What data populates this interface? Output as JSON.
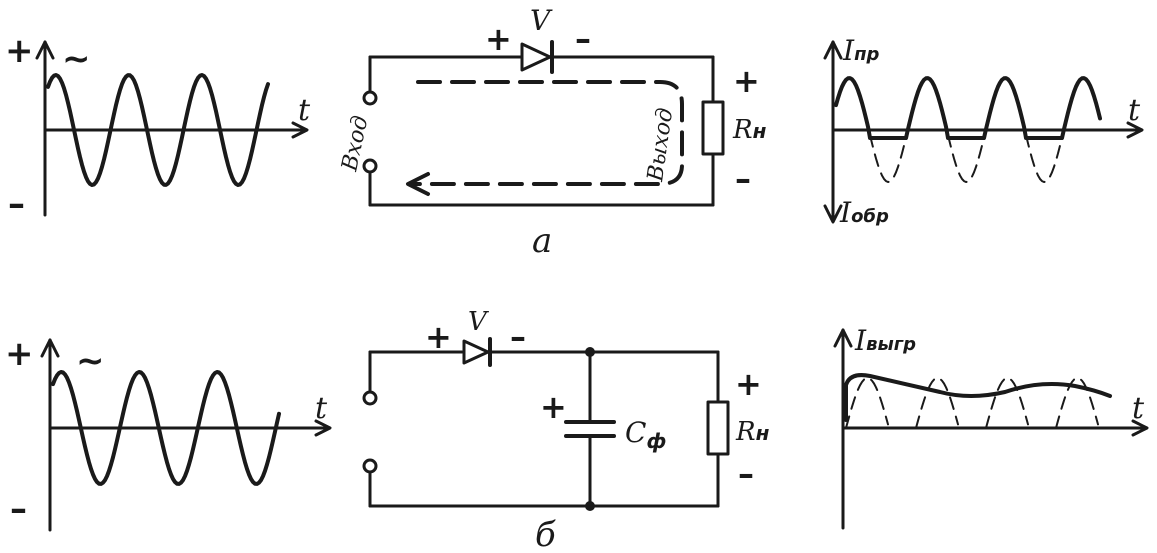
{
  "labels": {
    "t": "t",
    "ac": "~",
    "plus": "+",
    "minus": "–",
    "diode_v": "V",
    "input": "Вход",
    "output": "Выход",
    "r_load": "R",
    "r_load_sub": "н",
    "i_forward": "I",
    "i_forward_sub": "пр",
    "i_reverse": "I",
    "i_reverse_sub": "обр",
    "i_smoothed": "I",
    "i_smoothed_sub": "выгр",
    "capacitor": "C",
    "capacitor_sub": "ф",
    "caption_a": "а",
    "caption_b": "б"
  },
  "colors": {
    "ink": "#1a1a1a",
    "paper": "#ffffff"
  }
}
